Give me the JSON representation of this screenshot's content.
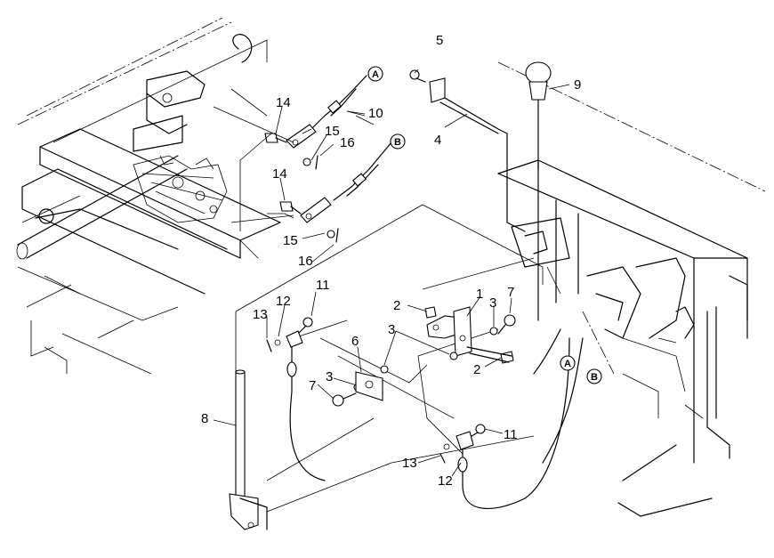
{
  "callouts": {
    "c1": "1",
    "c2a": "2",
    "c2b": "2",
    "c3a": "3",
    "c3b": "3",
    "c3c": "3",
    "c4": "4",
    "c5": "5",
    "c6": "6",
    "c7a": "7",
    "c7b": "7",
    "c8": "8",
    "c9": "9",
    "c10": "10",
    "c11a": "11",
    "c11b": "11",
    "c12a": "12",
    "c12b": "12",
    "c13a": "13",
    "c13b": "13",
    "c14a": "14",
    "c14b": "14",
    "c15a": "15",
    "c15b": "15",
    "c16a": "16",
    "c16b": "16"
  },
  "connectors": {
    "a_top": "A",
    "b_top": "B",
    "a_bottom": "A",
    "b_bottom": "B"
  }
}
